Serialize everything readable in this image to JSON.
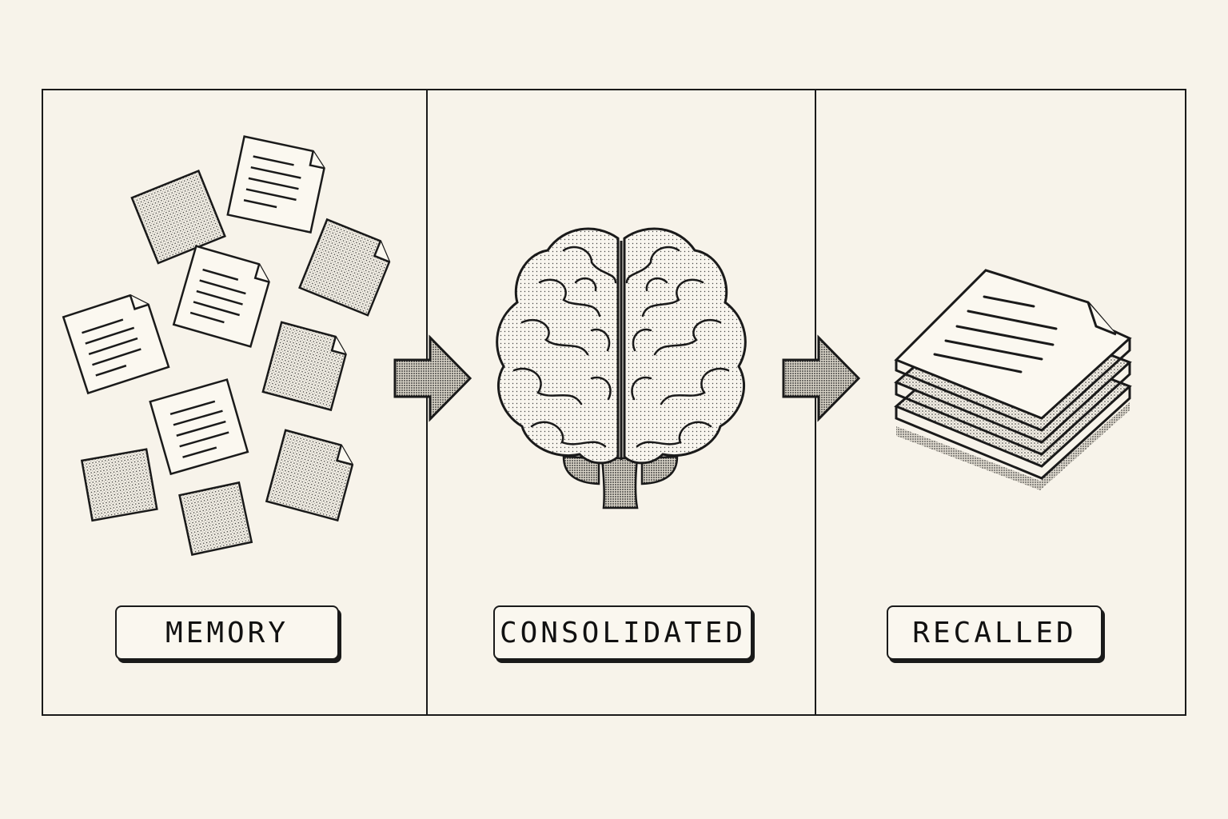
{
  "stages": [
    {
      "label": "MEMORY",
      "illustration": "scattered-notes-icon"
    },
    {
      "label": "CONSOLIDATED",
      "illustration": "brain-icon"
    },
    {
      "label": "RECALLED",
      "illustration": "stacked-documents-icon"
    }
  ],
  "arrows": [
    "arrow-right-icon",
    "arrow-right-icon"
  ],
  "colors": {
    "background": "#f7f3ea",
    "ink": "#1a1a1a",
    "paper": "#fbf8f0"
  }
}
